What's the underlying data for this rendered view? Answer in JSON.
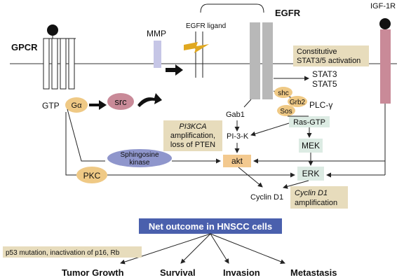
{
  "labels": {
    "gpcr": "GPCR",
    "egfr_ligand": "EGFR ligand",
    "egfr": "EGFR",
    "igf1r": "IGF-1R",
    "mmp": "MMP",
    "constitutive_line1": "Constitutive",
    "constitutive_line2": "STAT3/5 activation",
    "gtp": "GTP",
    "galpha": "Gα",
    "src": "src",
    "stat3": "STAT3",
    "stat5": "STAT5",
    "shc": "shc",
    "grb2": "Grb2",
    "sos": "Sos",
    "plc": "PLC-γ",
    "gab1": "Gab1",
    "pi3k": "PI-3-K",
    "ras_gtp": "Ras-GTP",
    "pi3kca_line1": "PI3KCA",
    "pi3kca_line2": "amplification,",
    "pi3kca_line3": "loss of PTEN",
    "mek": "MEK",
    "sphingosine_line1": "Sphingosine",
    "sphingosine_line2": "kinase",
    "akt": "akt",
    "pkc": "PKC",
    "erk": "ERK",
    "cyclin_d1": "Cyclin D1",
    "cyclin_amp_line1": "Cyclin D1",
    "cyclin_amp_line2": "amplification",
    "net_outcome": "Net outcome in HNSCC cells",
    "p53": "p53 mutation, inactivation of p16, Rb",
    "tumor_growth": "Tumor Growth",
    "survival": "Survival",
    "invasion": "Invasion",
    "metastasis": "Metastasis"
  },
  "colors": {
    "receptor_gray": "#b8b8b8",
    "igf1r_pink": "#c98a98",
    "mmp_lavender": "#c6c6e6",
    "tan_box": "#e7dcbc",
    "orange_oval": "#efc985",
    "src_mauve": "#c98a98",
    "sphingosine_blue": "#8f96cc",
    "mint_box": "#dcebe3",
    "akt_orange": "#f3c98f",
    "net_outcome_blue": "#4a60ad",
    "ligand_gold": "#e0a820"
  }
}
